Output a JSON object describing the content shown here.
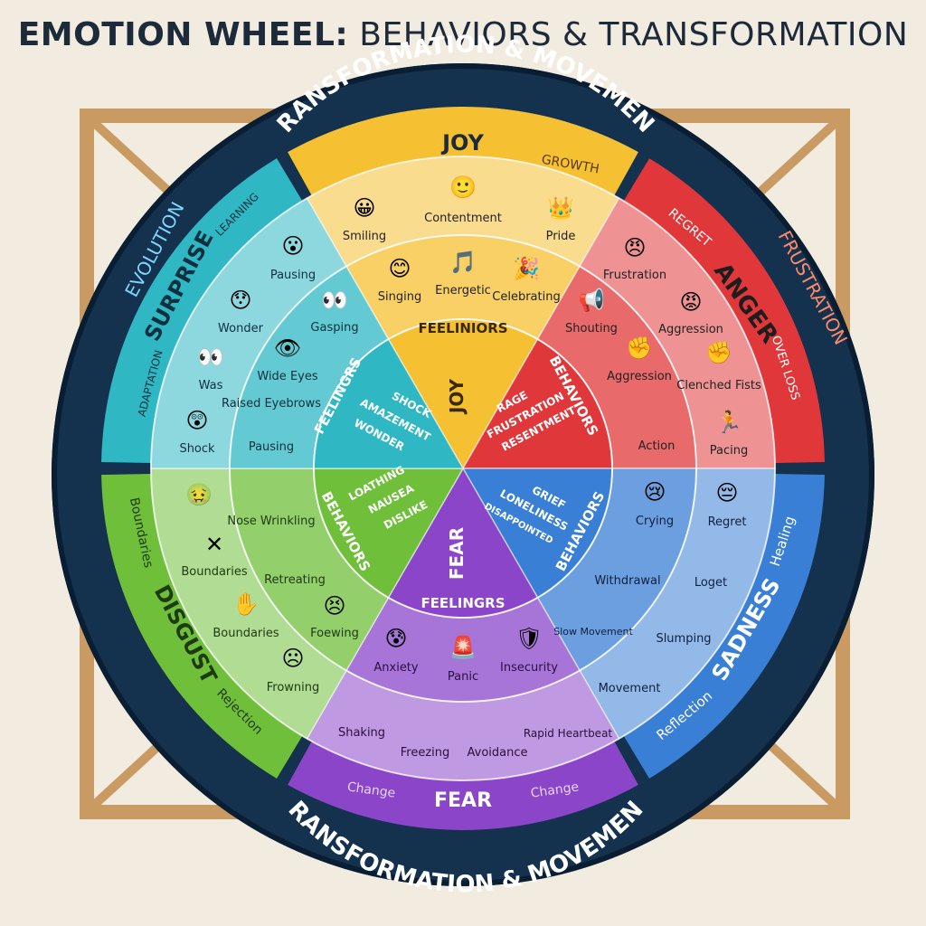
{
  "title": {
    "bold": "EMOTION WHEEL:",
    "light": " BEHAVIORS & TRANSFORMATION"
  },
  "colors": {
    "joy": "#f5c032",
    "anger": "#e0383a",
    "sadness": "#3a7fd6",
    "fear": "#8a45c9",
    "disgust": "#6fbf3a",
    "surprise": "#2fb8c4",
    "ring": "#14314d",
    "frame": "#c99a62"
  },
  "outer_ring": {
    "top": "TRANSFORMATION & MOVEMENT",
    "bottom": "TRANSFORMATION & MOVEMENT",
    "left": "EVOLUTION",
    "right": "FRUSTRATION"
  },
  "arc_labels": {
    "joy": "JOY",
    "joy_sub": "GROWTH",
    "anger": "ANGER",
    "anger_sub1": "REGRET",
    "anger_sub2": "OVER LOSS",
    "sadness": "SADNESS",
    "sadness_sub1": "Healing",
    "sadness_sub2": "Reflection",
    "fear": "FEAR",
    "fear_sub1": "Change",
    "fear_sub2": "Change",
    "disgust": "DISGUST",
    "disgust_sub1": "Boundaries",
    "disgust_sub2": "Rejection",
    "surprise": "SURPRISE",
    "surprise_sub1": "LEARNING",
    "surprise_sub2": "ADAPTATION"
  },
  "outer_items": {
    "joy": [
      "Smiling",
      "Contentment",
      "Pride"
    ],
    "anger": [
      "Frustration",
      "Aggression",
      "Clenched Fists",
      "Pacing"
    ],
    "sadness": [
      "Regret",
      "Loget",
      "Slumping",
      "Movement"
    ],
    "fear": [
      "Rapid Heartbeat",
      "Avoidance",
      "Freezing",
      "Shaking"
    ],
    "disgust": [
      "Frowning",
      "Boundaries",
      "Boundaries"
    ],
    "surprise": [
      "Shock",
      "Was",
      "Wonder",
      "Pausing"
    ]
  },
  "middle_items": {
    "joy": [
      "Singing",
      "Energetic",
      "Celebrating"
    ],
    "anger": [
      "Shouting",
      "Aggression",
      "Action"
    ],
    "sadness": [
      "Crying",
      "Withdrawal",
      "Slow Movement"
    ],
    "fear": [
      "Insecurity",
      "Panic",
      "Anxiety"
    ],
    "disgust": [
      "Foewing",
      "Retreating",
      "Nose Wrinkling"
    ],
    "surprise": [
      "Pausing",
      "Raised Eyebrows",
      "Wide Eyes",
      "Gasping"
    ]
  },
  "inner_labels": {
    "joy_band": "FEELINIORS",
    "anger_band": "BEHAVIORS",
    "sadness_band": "BEHAVIORS",
    "fear_band": "FEELINGRS",
    "disgust_band": "BEHAVIORS",
    "surprise_band": "FEELINGRS"
  },
  "core": {
    "joy": "JOY",
    "fear": "FEAR",
    "anger": [
      "RAGE",
      "FRUSTRATION",
      "RESENTMENT"
    ],
    "sadness": [
      "GRIEF",
      "LONELINESS",
      "DISAPPOINTED"
    ],
    "disgust": [
      "LOATHING",
      "NAUSEA",
      "DISLIKE"
    ],
    "surprise": [
      "SHOCK",
      "AMAZEMENT",
      "WONDER"
    ]
  }
}
